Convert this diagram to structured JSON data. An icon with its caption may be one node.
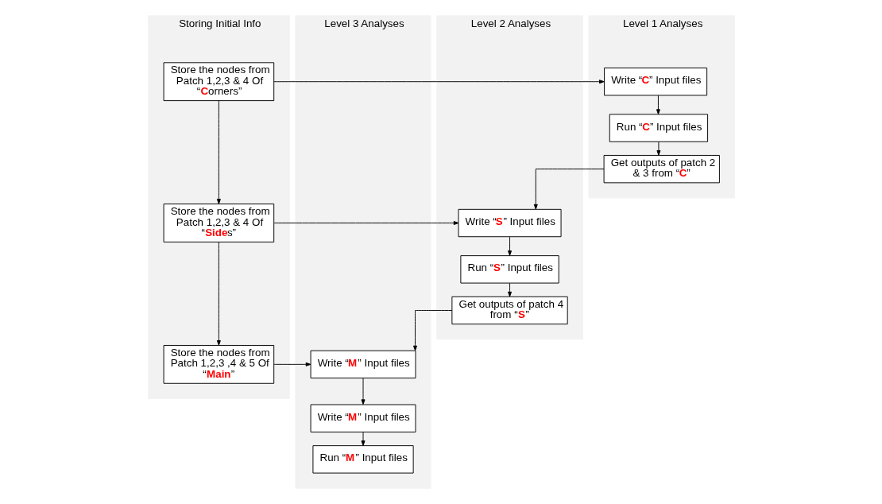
{
  "diagram": {
    "nodes": [
      {
        "text": [
          "Storing Initial Info"
        ]
      },
      {
        "text": [
          "Store the nodes from Patch 1,2,3 & 4 Of “**C**orners”"
        ],
        "in": 0
      },
      {
        "text": [
          "Store the nodes from Patch 1,2,3 & 4 Of “**Side**s”"
        ],
        "in": 0
      },
      {
        "text": [
          "Store the nodes from Patch 1,2,3 ,4 & 5 Of “**Main**”"
        ],
        "in": 0
      },
      {
        "text": [
          "Level 1 Analyses"
        ]
      },
      {
        "text": [
          "Write “**C**” Input files"
        ],
        "in": 4
      },
      {
        "text": [
          "Run “**C**” Input files"
        ],
        "in": 4
      },
      {
        "text": [
          "Get outputs of patch 2 & 3 from “**C**”"
        ],
        "in": 4
      },
      {
        "text": [
          "Level 2 Analyses"
        ]
      },
      {
        "text": [
          "Write “**S**” Input files"
        ],
        "in": 8
      },
      {
        "text": [
          "Run “**S**” Input files"
        ],
        "in": 8
      },
      {
        "text": [
          "Get outputs of patch 4 from “**S**”"
        ],
        "in": 8
      },
      {
        "text": [
          "Level 3 Analyses"
        ]
      },
      {
        "text": [
          "Write “**M**” Input files"
        ],
        "in": 12
      },
      {
        "text": [
          "Write “**M**” Input files"
        ],
        "in": 12
      },
      {
        "text": [
          "Run “**M**” Input files"
        ],
        "in": 12
      }
    ],
    "edges": [
      {
        "from": 1,
        "to": 5,
        "arrow": "to"
      },
      {
        "from": 5,
        "to": 6,
        "arrow": "to"
      },
      {
        "from": 6,
        "to": 7,
        "arrow": "to"
      },
      {
        "from": 1,
        "to": 2,
        "arrow": "to"
      },
      {
        "from": 7,
        "to": 9,
        "arrow": "to"
      },
      {
        "from": 2,
        "to": 9,
        "arrow": "to"
      },
      {
        "from": 9,
        "to": 10,
        "arrow": "to"
      },
      {
        "from": 10,
        "to": 11,
        "arrow": "to"
      },
      {
        "from": 2,
        "to": 3,
        "arrow": "to"
      },
      {
        "from": 11,
        "to": 13,
        "arrow": "to"
      },
      {
        "from": 3,
        "to": 13,
        "arrow": "to"
      },
      {
        "from": 13,
        "to": 14,
        "arrow": "to"
      },
      {
        "from": 14,
        "to": 15,
        "arrow": "to"
      }
    ]
  }
}
